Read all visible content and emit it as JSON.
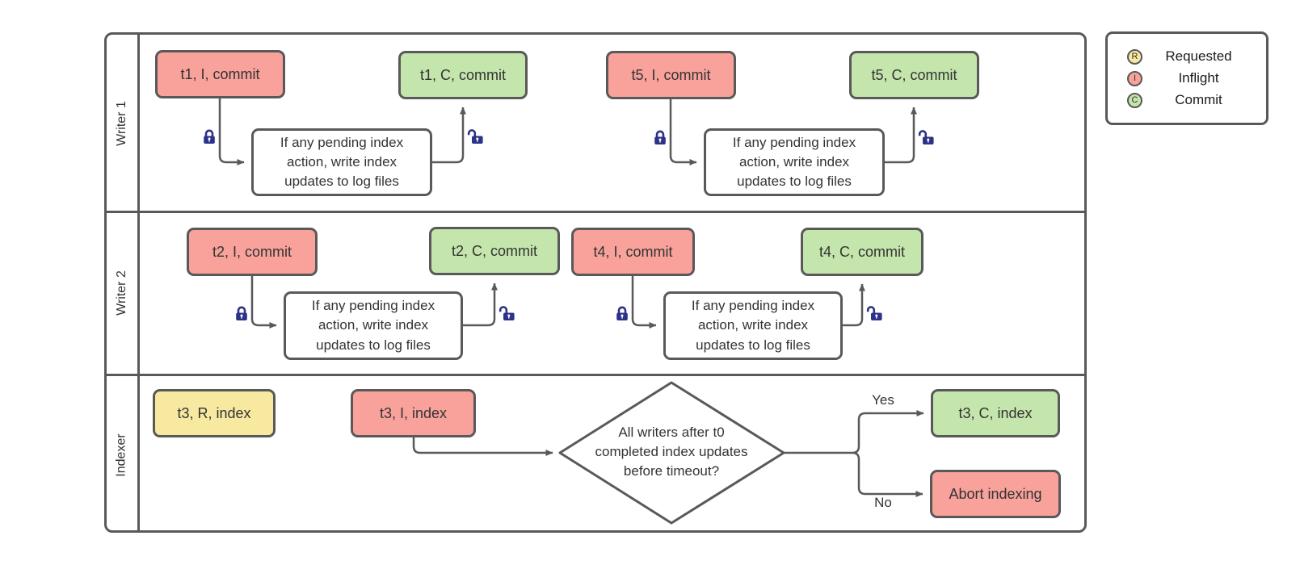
{
  "lanes": [
    {
      "label": "Writer 1"
    },
    {
      "label": "Writer 2"
    },
    {
      "label": "Indexer"
    }
  ],
  "boxes": {
    "t1_inflight": {
      "label": "t1, I, commit",
      "state": "inflight"
    },
    "t1_process": {
      "label": "If any pending index action, write index updates to log files"
    },
    "t1_commit": {
      "label": "t1, C, commit",
      "state": "commit"
    },
    "t5_inflight": {
      "label": "t5, I, commit",
      "state": "inflight"
    },
    "t5_process": {
      "label": "If any pending index action, write index updates to log files"
    },
    "t5_commit": {
      "label": "t5, C, commit",
      "state": "commit"
    },
    "t2_inflight": {
      "label": "t2, I, commit",
      "state": "inflight"
    },
    "t2_process": {
      "label": "If any pending index action, write index updates to log files"
    },
    "t2_commit": {
      "label": "t2, C, commit",
      "state": "commit"
    },
    "t4_inflight": {
      "label": "t4, I, commit",
      "state": "inflight"
    },
    "t4_process": {
      "label": "If any pending index action, write index updates to log files"
    },
    "t4_commit": {
      "label": "t4, C, commit",
      "state": "commit"
    },
    "t3_requested": {
      "label": "t3, R, index",
      "state": "requested"
    },
    "t3_inflight": {
      "label": "t3, I, index",
      "state": "inflight"
    },
    "decision": {
      "label": "All writers after t0 completed index updates before timeout?"
    },
    "t3_commit": {
      "label": "t3, C, index",
      "state": "commit"
    },
    "abort": {
      "label": "Abort indexing",
      "state": "inflight"
    }
  },
  "edge_labels": {
    "yes": "Yes",
    "no": "No"
  },
  "legend": {
    "items": [
      {
        "letter": "R",
        "label": "Requested",
        "color": "#F8E9A1"
      },
      {
        "letter": "I",
        "label": "Inflight",
        "color": "#F8A29B"
      },
      {
        "letter": "C",
        "label": "Commit",
        "color": "#C4E5AC"
      }
    ]
  },
  "colors": {
    "border": "#595959",
    "line": "#595959",
    "text": "#333333",
    "lock": "#2B3287",
    "inflight_fill": "#F8A29B",
    "commit_fill": "#C4E5AC",
    "requested_fill": "#F8E9A1",
    "process_fill": "#FFFFFF"
  }
}
